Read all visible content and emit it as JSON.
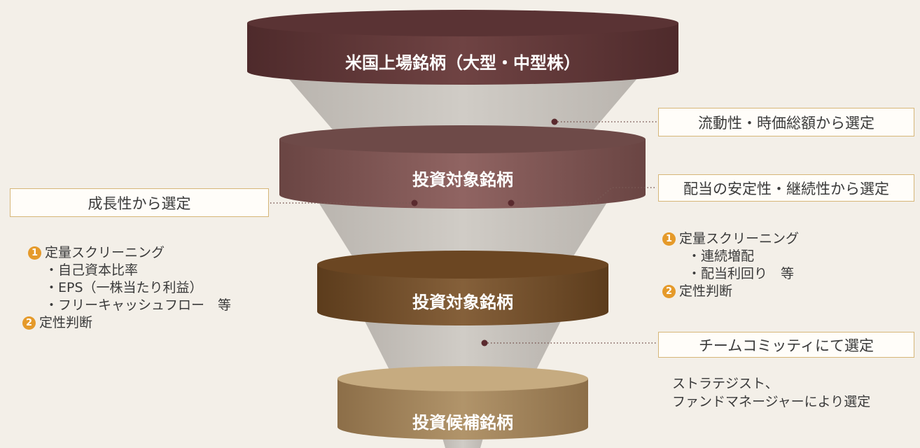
{
  "colors": {
    "background": "#f3efe8",
    "tier1": "#6b3c3c",
    "tier2": "#8a5a57",
    "tier3": "#7a5328",
    "tier4": "#a8885e",
    "funnel": "#c6c1bb",
    "accent": "#e59a2a",
    "box_border": "#d6b678",
    "dot": "#5a2a2e"
  },
  "tiers": [
    {
      "label": "米国上場銘柄（大型・中型株）"
    },
    {
      "label": "投資対象銘柄"
    },
    {
      "label": "投資対象銘柄"
    },
    {
      "label": "投資候補銘柄"
    }
  ],
  "right_box_1": {
    "label": "流動性・時価総額から選定"
  },
  "right_box_2": {
    "label": "配当の安定性・継続性から選定",
    "items": [
      {
        "num": "1",
        "text": "定量スクリーニング"
      },
      {
        "sub": "・連続増配"
      },
      {
        "sub": "・配当利回り　等"
      },
      {
        "num": "2",
        "text": "定性判断"
      }
    ]
  },
  "left_box": {
    "label": "成長性から選定",
    "items": [
      {
        "num": "1",
        "text": "定量スクリーニング"
      },
      {
        "sub": "・自己資本比率"
      },
      {
        "sub": "・EPS（一株当たり利益）"
      },
      {
        "sub": "・フリーキャッシュフロー　等"
      },
      {
        "num": "2",
        "text": "定性判断"
      }
    ]
  },
  "right_box_3": {
    "label": "チームコミッティにて選定",
    "notes": [
      "ストラテジスト、",
      "ファンドマネージャーにより選定"
    ]
  }
}
